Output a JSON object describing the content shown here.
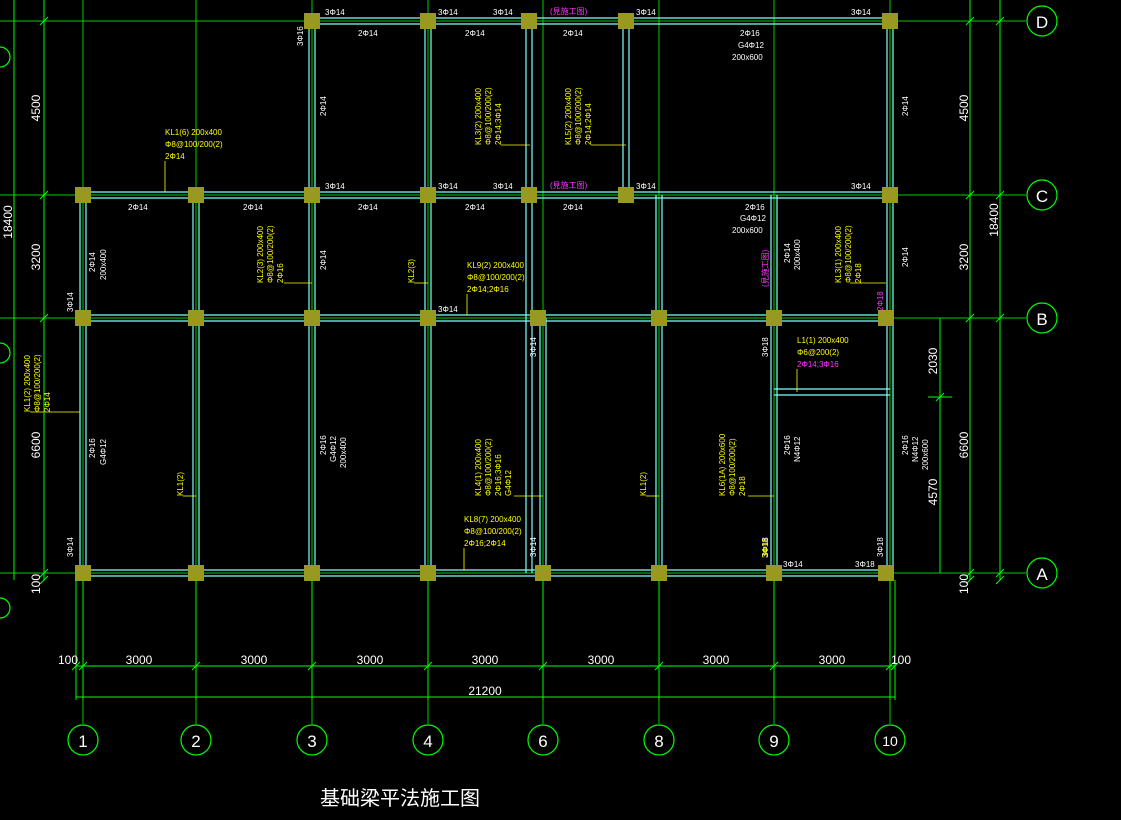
{
  "title": "基础梁平法施工图",
  "colors": {
    "background": "#000000",
    "axis": "#00ff00",
    "beam": "#7fffff",
    "column": "#999922",
    "text_white": "#ffffff",
    "text_yellow": "#ffff00",
    "text_magenta": "#ff33ff"
  },
  "axes": {
    "x_labels": [
      "1",
      "2",
      "3",
      "4",
      "6",
      "8",
      "9",
      "10"
    ],
    "y_labels": [
      "D",
      "C",
      "B",
      "A"
    ]
  },
  "dimensions": {
    "bottom_spans": [
      "3000",
      "3000",
      "3000",
      "3000",
      "3000",
      "3000",
      "3000"
    ],
    "bottom_edge_left": "100",
    "bottom_edge_right": "100",
    "bottom_total": "21200",
    "right_spans": [
      "4500",
      "3200",
      "6600"
    ],
    "right_total": "18400",
    "right_bottom_edge": "100",
    "left_spans": [
      "4500",
      "3200",
      "6600"
    ],
    "left_total": "18400",
    "left_bottom_edge": "100",
    "inner_right_upper": "2030",
    "inner_right_lower": "4570"
  },
  "beam_labels": {
    "kl1": [
      "KL1(6) 200x400",
      "Φ8@100/200(2)",
      "2Φ14"
    ],
    "kl2_left": [
      "KL1(2) 200x400",
      "Φ8@100/200(2)",
      "2Φ14"
    ],
    "kl2_mid": [
      "KL2(3) 200x400",
      "Φ8@100/200(2)",
      "2Φ16"
    ],
    "kl3": [
      "KL3(2) 200x400",
      "Φ8@100/200(2)",
      "2Φ14;3Φ14"
    ],
    "kl5": [
      "KL5(2) 200x400",
      "Φ8@100/200(2)",
      "2Φ14;2Φ14"
    ],
    "kl9": [
      "KL9(2) 200x400",
      "Φ8@100/200(2)",
      "2Φ14;2Φ16"
    ],
    "kl3_right": [
      "KL3(1) 200x400",
      "Φ8@100/200(2)",
      "2Φ18"
    ],
    "l1": [
      "L1(1) 200x400",
      "Φ6@200(2)",
      "2Φ14;3Φ16"
    ],
    "kl4": [
      "KL4(1) 200x400",
      "Φ8@100/200(2)",
      "2Φ16;3Φ16",
      "G4Φ12"
    ],
    "kl8": [
      "KL8(7) 200x400",
      "Φ8@100/200(2)",
      "2Φ16;2Φ14"
    ],
    "kl6": [
      "KL6(1A) 200x600",
      "Φ8@100/200(2)",
      "2Φ18"
    ],
    "kl1_short": "KL1(2)",
    "kl2_short": "KL2(3)",
    "kl1_short2": "KL1(2)"
  },
  "notes": {
    "rebar_2d14": "2Φ14",
    "rebar_3d14": "3Φ14",
    "rebar_3d16": "3Φ16",
    "rebar_2d16": "2Φ16",
    "rebar_3d18": "3Φ18",
    "rebar_2d18": "2Φ18",
    "g4d12": "G4Φ12",
    "n4d12": "N4Φ12",
    "size_200x600": "200x600",
    "size_200x400": "200x400",
    "magenta_note": "(見施工图)"
  }
}
